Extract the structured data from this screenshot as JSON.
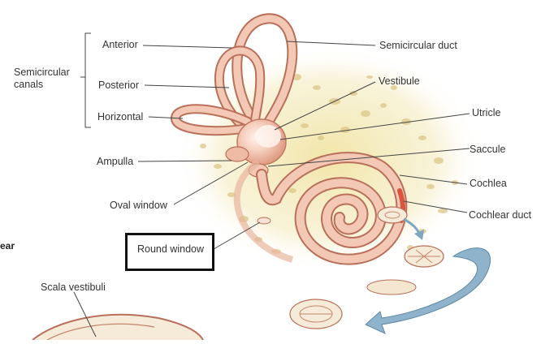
{
  "labels": {
    "semicircular_canals_1": "Semicircular",
    "semicircular_canals_2": "canals",
    "anterior": "Anterior",
    "posterior": "Posterior",
    "horizontal": "Horizontal",
    "ampulla": "Ampulla",
    "oval_window": "Oval window",
    "round_window": "Round window",
    "semicircular_duct": "Semicircular duct",
    "vestibule": "Vestibule",
    "utricle": "Utricle",
    "saccule": "Saccule",
    "cochlea": "Cochlea",
    "cochlear_duct": "Cochlear duct",
    "scala_vestibuli": "Scala vestibuli",
    "edge_fragment": "ear"
  },
  "colors": {
    "labyrinth_fill": "#f3c8b4",
    "labyrinth_stroke": "#b9705a",
    "bone": "#f1e4a3",
    "bone_dots": "#d9c27a",
    "arrow": "#7fa6c0",
    "cochlear_duct_red": "#d9553f",
    "leader_line": "#444444"
  }
}
